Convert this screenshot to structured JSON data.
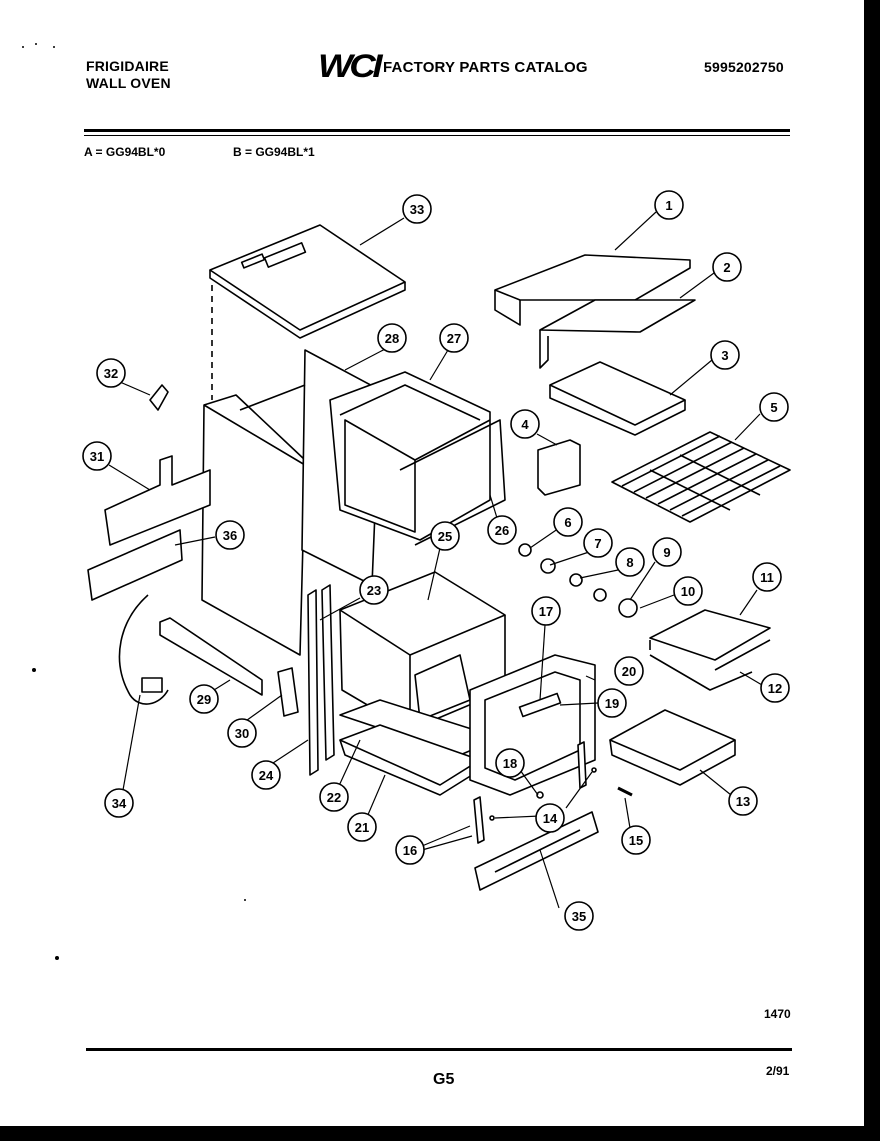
{
  "header": {
    "brand_line1": "FRIGIDAIRE",
    "brand_line2": "WALL OVEN",
    "logo_text": "WCI",
    "catalog_title": "FACTORY PARTS CATALOG",
    "part_number": "5995202750"
  },
  "models": {
    "a": "A = GG94BL*0",
    "b": "B = GG94BL*1"
  },
  "callouts": [
    "1",
    "2",
    "3",
    "4",
    "5",
    "6",
    "7",
    "8",
    "9",
    "10",
    "11",
    "12",
    "13",
    "14",
    "14",
    "15",
    "16",
    "17",
    "18",
    "19",
    "20",
    "21",
    "22",
    "23",
    "24",
    "25",
    "26",
    "27",
    "28",
    "29",
    "30",
    "31",
    "32",
    "33",
    "34",
    "35",
    "36"
  ],
  "footer": {
    "drawing_number": "1470",
    "page_code": "G5",
    "date": "2/91"
  }
}
